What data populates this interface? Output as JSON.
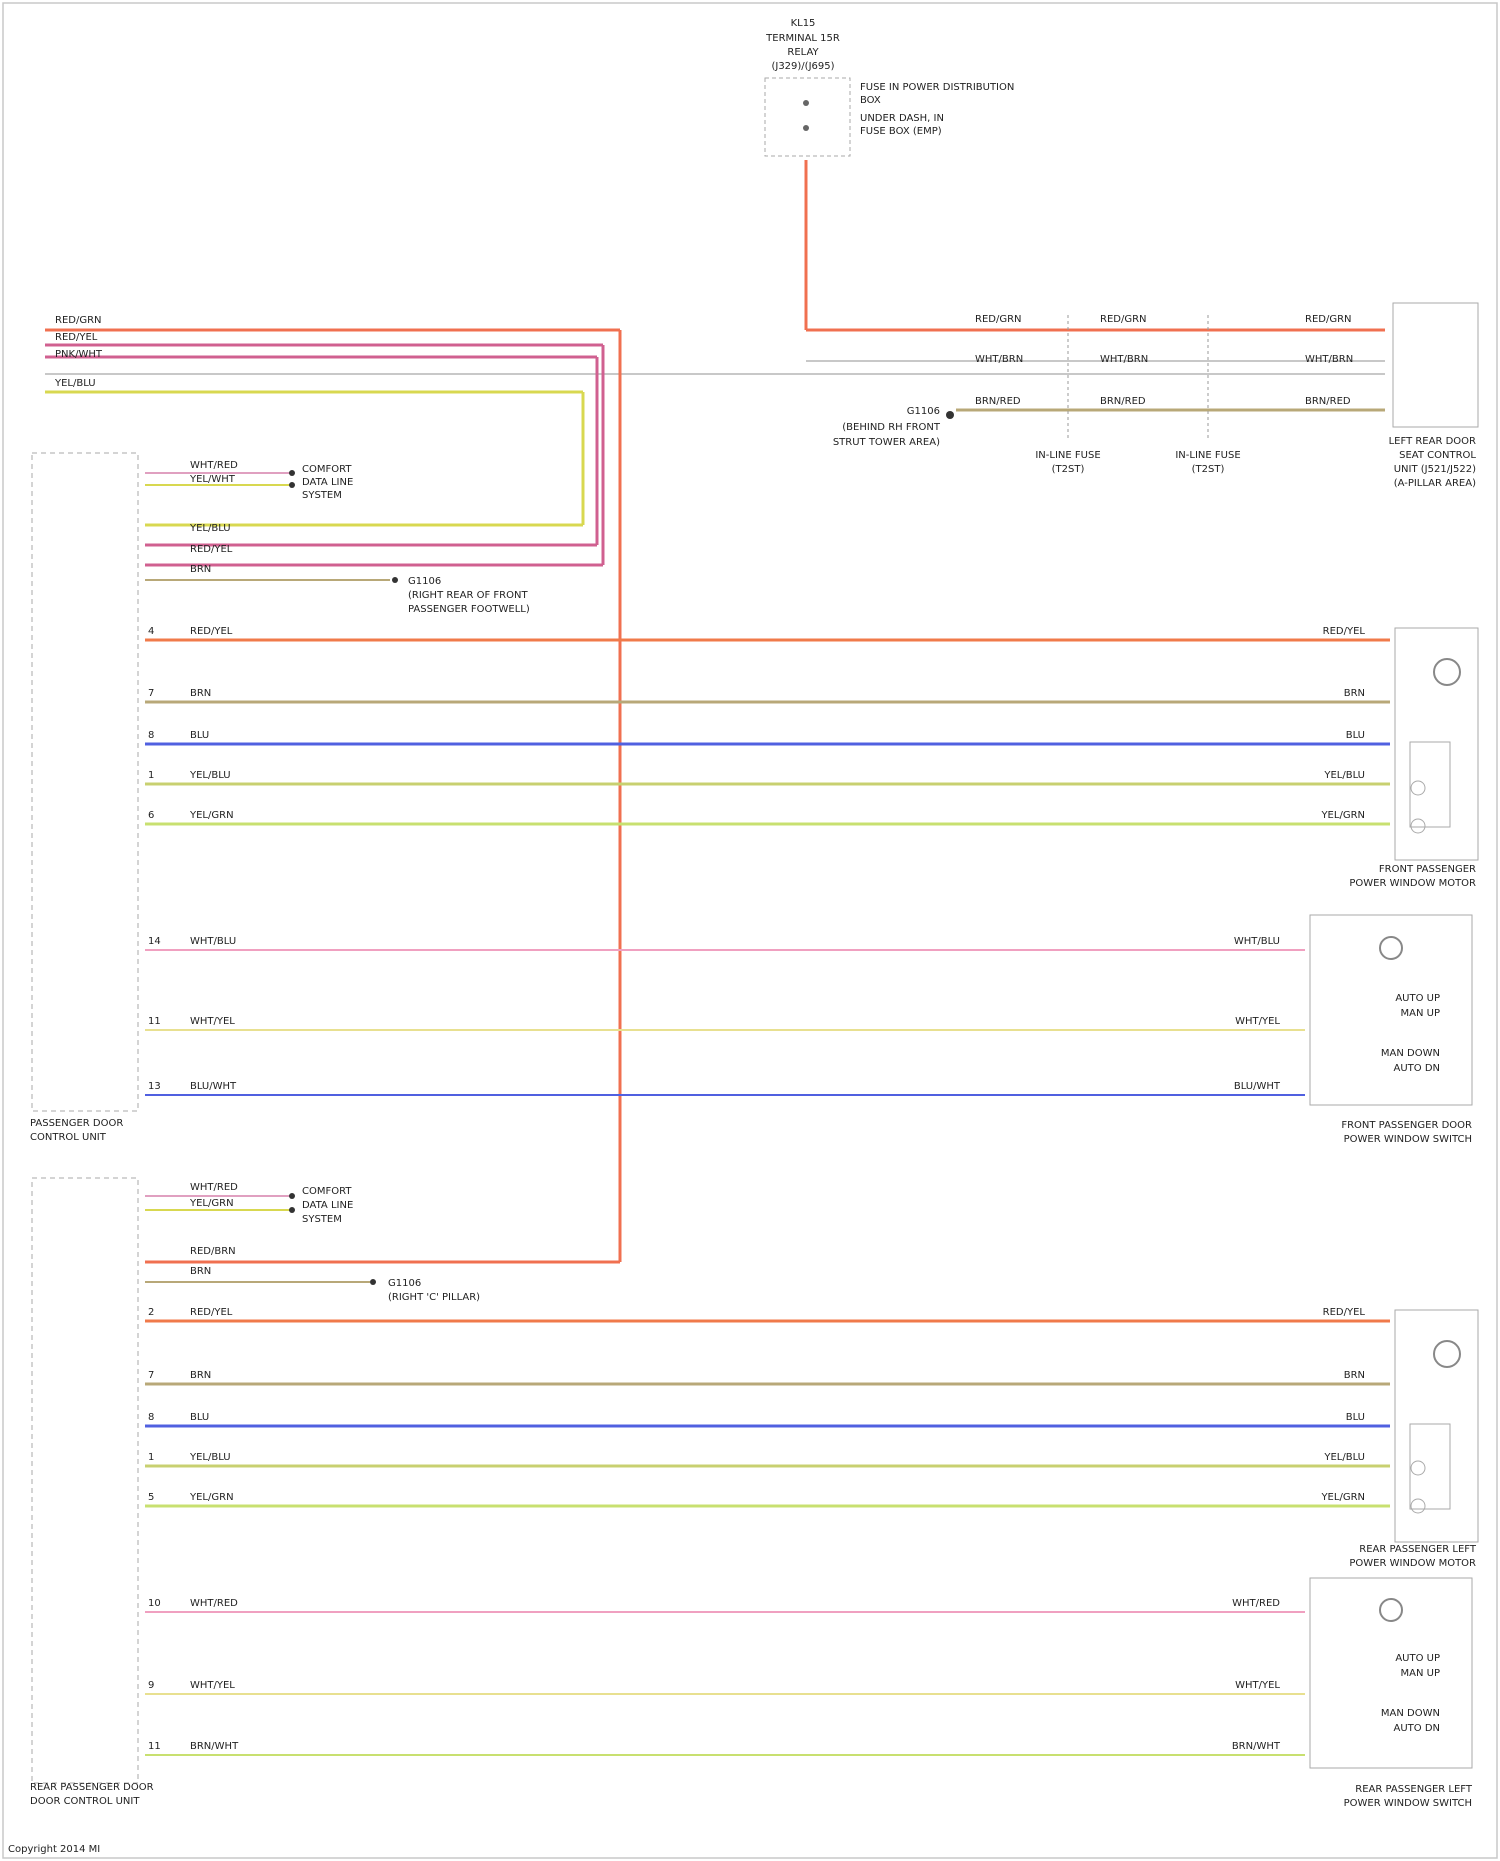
{
  "colors": {
    "red": "#f07050",
    "pink": "#d06090",
    "yellow": "#d8d850",
    "orange": "#f07a4a",
    "tan": "#b8a878",
    "blue": "#5060e0",
    "yel_blu": "#c8d070",
    "yel_grn": "#c8e070",
    "wht_pnk": "#f0a0c0",
    "wht_yel": "#e8e090",
    "gray": "#b0b0b0"
  },
  "relay": {
    "title": [
      "KL15",
      "TERMINAL 15R",
      "RELAY",
      "(J329)/(J695)"
    ],
    "box_notes": [
      "FUSE IN POWER DISTRIBUTION",
      "BOX",
      "UNDER DASH, IN",
      "FUSE BOX (EMP)"
    ]
  },
  "top_left": {
    "wire_labels": [
      "RED/GRN",
      "RED/YEL",
      "PNK/WHT",
      "YEL/BLU"
    ]
  },
  "right_top": {
    "wire_labels_1": [
      "RED/GRN",
      "RED/GRN",
      "RED/GRN"
    ],
    "wire_labels_2": [
      "WHT/BRN",
      "WHT/BRN",
      "WHT/BRN"
    ],
    "wire_labels_3": [
      "BRN/RED",
      "BRN/RED",
      "BRN/RED"
    ],
    "ground": [
      "G1106",
      "(BEHIND RH FRONT",
      "STRUT TOWER AREA)"
    ],
    "inline_connectors": [
      "IN-LINE FUSE",
      "(T2ST)",
      "IN-LINE FUSE",
      "(T2ST)"
    ],
    "component": [
      "LEFT REAR DOOR",
      "SEAT CONTROL",
      "UNIT (J521/J522)",
      "(A-PILLAR AREA)"
    ]
  },
  "front_unit": {
    "small_labels": [
      "WHT/RED",
      "YEL/WHT",
      "YEL/BLU",
      "RED/YEL",
      "BRN"
    ],
    "small_targets": [
      "COMFORT",
      "DATA LINE",
      "SYSTEM"
    ],
    "ground": [
      "G1106",
      "(RIGHT REAR OF FRONT",
      "PASSENGER FOOTWELL)"
    ],
    "pins": [
      "4",
      "7",
      "8",
      "1",
      "6"
    ],
    "wire_labels": [
      "RED/YEL",
      "BRN",
      "BLU",
      "YEL/BLU",
      "YEL/GRN"
    ],
    "right_labels": [
      "RED/YEL",
      "BRN",
      "BLU",
      "YEL/BLU",
      "YEL/GRN"
    ],
    "pins2": [
      "14",
      "11",
      "13"
    ],
    "wire_labels2": [
      "WHT/BLU",
      "WHT/YEL",
      "BLU/WHT"
    ],
    "right_labels2": [
      "WHT/BLU",
      "WHT/YEL",
      "BLU/WHT"
    ],
    "name": [
      "PASSENGER DOOR",
      "CONTROL UNIT"
    ],
    "motor_name": [
      "FRONT PASSENGER",
      "POWER WINDOW MOTOR"
    ],
    "switch_name": [
      "FRONT PASSENGER DOOR",
      "POWER WINDOW SWITCH"
    ],
    "switch_tags": [
      "AUTO UP",
      "MAN UP",
      "MAN DOWN",
      "AUTO DN"
    ]
  },
  "rear_unit": {
    "small_labels": [
      "WHT/RED",
      "YEL/GRN",
      "RED/BRN",
      "BRN"
    ],
    "small_targets": [
      "COMFORT",
      "DATA LINE",
      "SYSTEM"
    ],
    "ground": [
      "G1106",
      "(RIGHT 'C' PILLAR)"
    ],
    "pins": [
      "2",
      "7",
      "8",
      "1",
      "5"
    ],
    "wire_labels": [
      "RED/YEL",
      "BRN",
      "BLU",
      "YEL/BLU",
      "YEL/GRN"
    ],
    "right_labels": [
      "RED/YEL",
      "BRN",
      "BLU",
      "YEL/BLU",
      "YEL/GRN"
    ],
    "pins2": [
      "10",
      "9",
      "11"
    ],
    "wire_labels2": [
      "WHT/RED",
      "WHT/YEL",
      "BRN/WHT"
    ],
    "right_labels2": [
      "WHT/RED",
      "WHT/YEL",
      "BRN/WHT"
    ],
    "name": [
      "REAR PASSENGER DOOR",
      "DOOR CONTROL UNIT"
    ],
    "motor_name": [
      "REAR PASSENGER LEFT",
      "POWER WINDOW MOTOR"
    ],
    "switch_name": [
      "REAR PASSENGER LEFT",
      "POWER WINDOW SWITCH"
    ],
    "switch_tags": [
      "AUTO UP",
      "MAN UP",
      "MAN DOWN",
      "AUTO DN"
    ]
  },
  "footer": "Copyright 2014 MI"
}
